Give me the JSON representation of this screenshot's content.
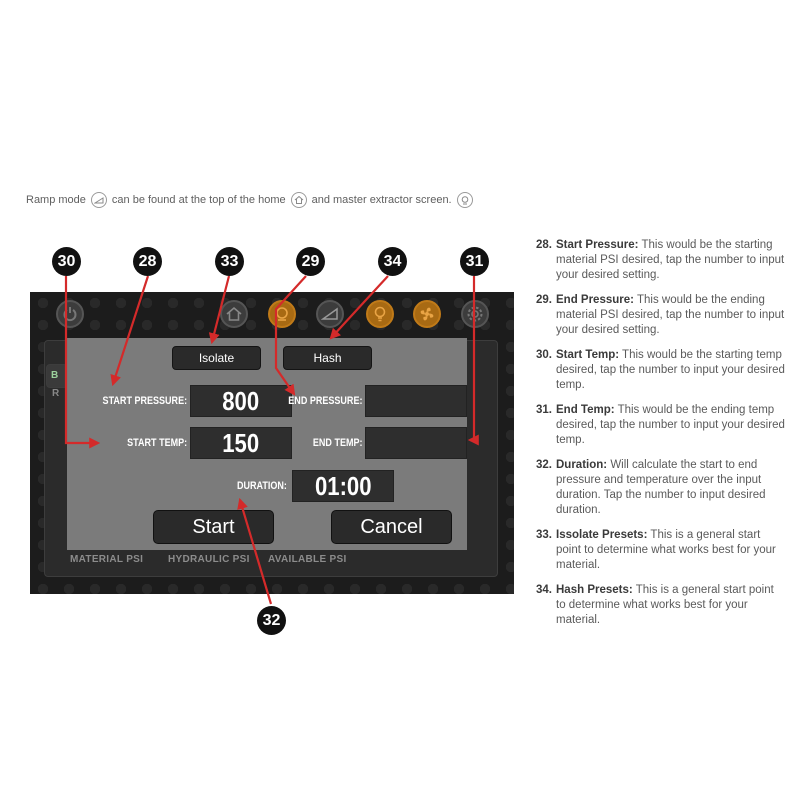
{
  "intro": {
    "part1": "Ramp mode",
    "part2": "can be found at the top of the home",
    "part3": "and master extractor screen."
  },
  "modal": {
    "preset_isolate": "Isolate",
    "preset_hash": "Hash",
    "start_pressure_label": "START PRESSURE:",
    "start_pressure_value": "800",
    "end_pressure_label": "END PRESSURE:",
    "end_pressure_value": "",
    "start_temp_label": "START TEMP:",
    "start_temp_value": "150",
    "end_temp_label": "END TEMP:",
    "end_temp_value": "",
    "duration_label": "DURATION:",
    "duration_value": "01:00",
    "start_button": "Start",
    "cancel_button": "Cancel"
  },
  "background_labels": {
    "material_psi": "MATERIAL PSI",
    "hydraulic_psi": "HYDRAULIC PSI",
    "available_psi": "AVAILABLE PSI",
    "partial_b": "B",
    "partial_r": "R"
  },
  "badges": [
    "30",
    "28",
    "33",
    "29",
    "34",
    "31",
    "32"
  ],
  "notes": [
    {
      "num": "28.",
      "title": "Start Pressure:",
      "text": "This would be the starting material PSI desired, tap the number to input your desired setting."
    },
    {
      "num": "29.",
      "title": "End Pressure:",
      "text": "This would be the ending material PSI desired, tap the number to input your desired setting."
    },
    {
      "num": "30.",
      "title": "Start Temp:",
      "text": "This would be the starting temp desired, tap the number to input your desired temp."
    },
    {
      "num": "31.",
      "title": "End Temp:",
      "text": "This would be the ending temp desired, tap the number to input your desired temp."
    },
    {
      "num": "32.",
      "title": "Duration:",
      "text": "Will calculate the start to end pressure and temperature over the input duration. Tap the number to input desired duration."
    },
    {
      "num": "33.",
      "title": "Issolate Presets:",
      "text": "This is a general start point to determine what works best for your material."
    },
    {
      "num": "34.",
      "title": "Hash Presets:",
      "text": "This is a general start point to determine what works best for your material."
    }
  ],
  "colors": {
    "annotation_red": "#d42a2a",
    "accent_orange": "#a86a13",
    "modal_gray": "#7b7b7b"
  },
  "icons": [
    "ramp-icon",
    "home-icon",
    "extractor-icon",
    "power-icon",
    "grid-icon",
    "lightbulb-icon",
    "fan-icon",
    "gear-icon"
  ]
}
